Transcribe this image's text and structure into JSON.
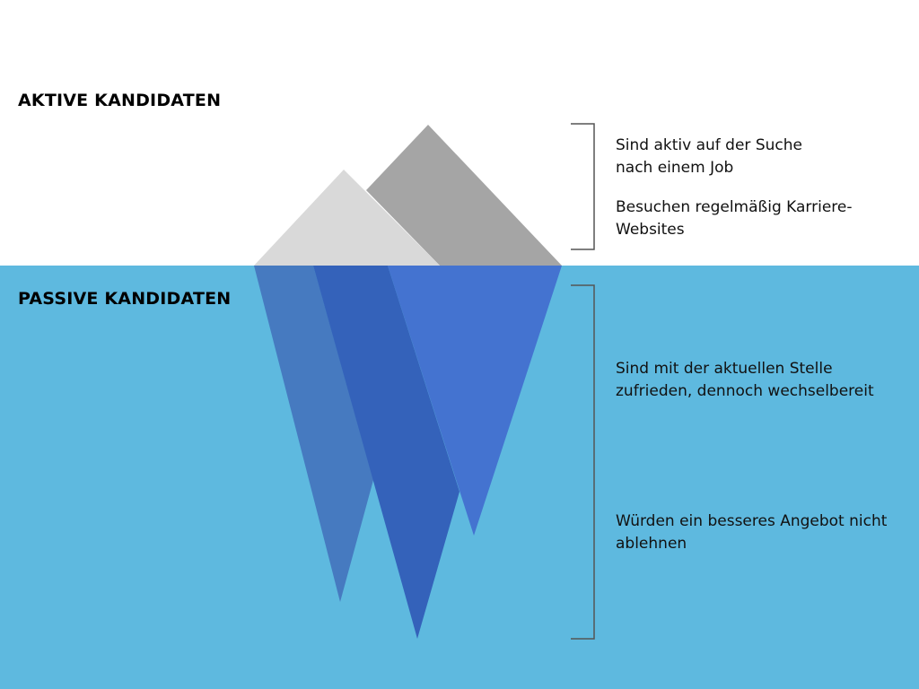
{
  "active": {
    "title": "AKTIVE KANDIDATEN",
    "points": [
      "Sind aktiv auf der Suche nach einem Job",
      "Besuchen regelmäßig Karriere-Websites"
    ]
  },
  "passive": {
    "title": "PASSIVE KANDIDATEN",
    "points": [
      "Sind mit der aktuellen Stelle zufrieden, dennoch wechselbereit",
      "Würden ein besseres Angebot nicht ablehnen"
    ]
  },
  "colors": {
    "water": "#5EB9DF",
    "ice_light": "#D9D9D9",
    "ice_dark": "#A5A5A5",
    "under_left": "#467AC0",
    "under_mid": "#3462BA",
    "under_right": "#4473D0",
    "bracket": "#555555"
  }
}
